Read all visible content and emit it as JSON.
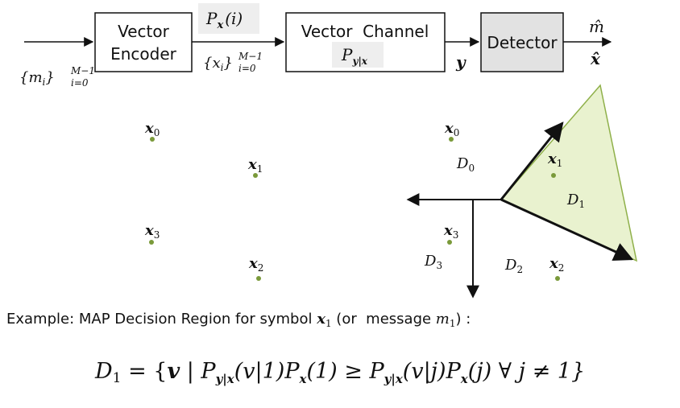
{
  "blocks": {
    "encoder": {
      "line1": "Vector",
      "line2": "Encoder"
    },
    "channel": {
      "line1": "Vector  Channel"
    },
    "detector": {
      "label": "Detector"
    }
  },
  "signals": {
    "px_i": "P",
    "px_i_sub": "x",
    "px_i_arg": "(i)",
    "m_set": "{m",
    "m_set_sub": "i",
    "m_set_close": "}",
    "m_set_sup": "M−1",
    "m_set_low": "i=0",
    "x_set": "{x",
    "x_set_sub": "i",
    "x_set_close": "}",
    "x_set_sup": "M−1",
    "x_set_low": "i=0",
    "pyx": "P",
    "pyx_sub": "y|x",
    "y": "y",
    "m_hat": "m̂",
    "x_hat": "x̂"
  },
  "left_constellation": {
    "points": [
      {
        "label": "x",
        "sub": "0"
      },
      {
        "label": "x",
        "sub": "1"
      },
      {
        "label": "x",
        "sub": "3"
      },
      {
        "label": "x",
        "sub": "2"
      }
    ]
  },
  "right_constellation": {
    "points": [
      {
        "label": "x",
        "sub": "0"
      },
      {
        "label": "x",
        "sub": "1"
      },
      {
        "label": "x",
        "sub": "3"
      },
      {
        "label": "x",
        "sub": "2"
      }
    ],
    "regions": [
      {
        "label": "D",
        "sub": "0"
      },
      {
        "label": "D",
        "sub": "1"
      },
      {
        "label": "D",
        "sub": "3"
      },
      {
        "label": "D",
        "sub": "2"
      }
    ]
  },
  "caption": {
    "prefix": "Example: MAP Decision Region for symbol ",
    "sym": "x",
    "sym_sub": "1",
    "mid": " (or  message ",
    "msg": "m",
    "msg_sub": "1",
    "suffix": ") :"
  },
  "formula": {
    "lhs": "D",
    "lhs_sub": "1",
    "eq": " = {",
    "v1": "v",
    "bar": " | ",
    "p1": "P",
    "p1_sub": "y|x",
    "arg1": "(v|1)",
    "p2": "P",
    "p2_sub": "x",
    "arg2": "(1) ≥ ",
    "p3": "P",
    "p3_sub": "y|x",
    "arg3": "(v|j)",
    "p4": "P",
    "p4_sub": "x",
    "arg4": "(j) ∀ j ≠ 1}"
  },
  "colors": {
    "stroke": "#111111",
    "detector_fill": "#e2e2e2",
    "label_fill": "#eeeeee",
    "region_fill": "#e9f2cf",
    "region_stroke": "#8fb04a",
    "point_fill": "#7a9a3a"
  }
}
